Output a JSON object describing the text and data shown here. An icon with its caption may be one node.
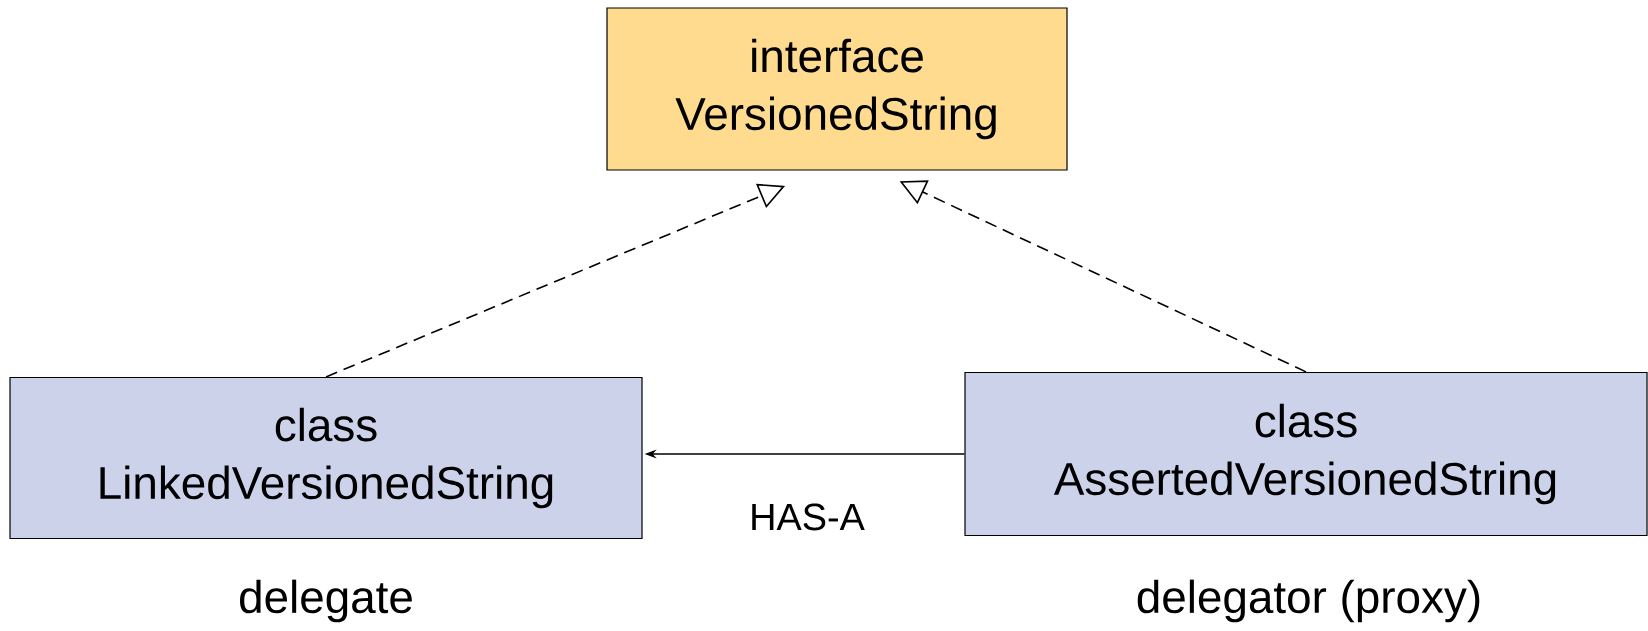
{
  "diagram": {
    "nodes": [
      {
        "text": [
          "interface",
          "VersionedString"
        ]
      },
      {
        "text": [
          "class",
          "LinkedVersionedString"
        ],
        "beside": [
          "delegate"
        ]
      },
      {
        "text": [
          "class",
          "AssertedVersionedString"
        ],
        "beside": [
          "delegator (proxy)"
        ]
      }
    ],
    "edges": [
      {
        "from": 1,
        "to": 0,
        "arrow": "to",
        "style": "dashed"
      },
      {
        "from": 2,
        "to": 0,
        "arrow": "to",
        "style": "dashed"
      },
      {
        "from": 2,
        "to": 1,
        "arrow": "to",
        "label": "HAS-A"
      }
    ]
  }
}
